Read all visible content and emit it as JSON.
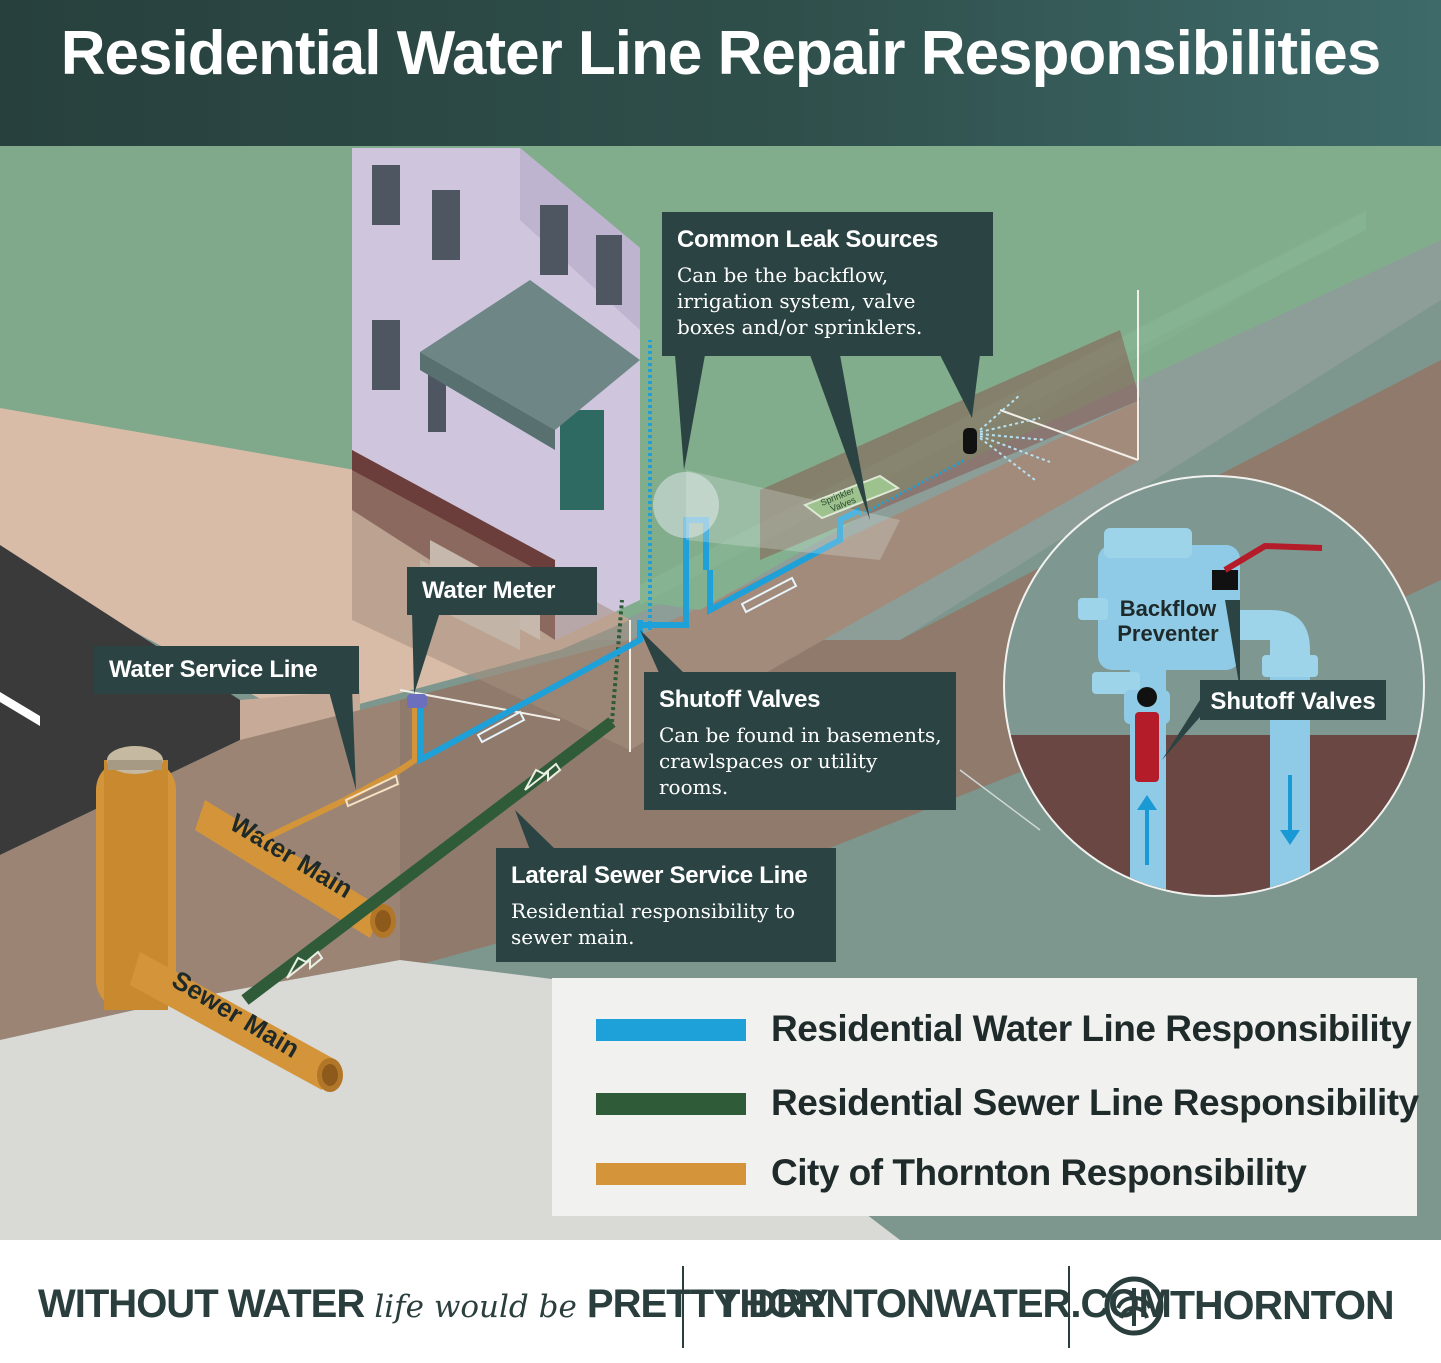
{
  "header": {
    "title": "Residential Water Line Repair Responsibilities"
  },
  "callouts": {
    "leak": {
      "title": "Common Leak Sources",
      "text": "Can be the backflow, irrigation system, valve boxes and/or sprinklers."
    },
    "meter": {
      "title": "Water Meter"
    },
    "service": {
      "title": "Water Service Line"
    },
    "shutoff": {
      "title": "Shutoff Valves",
      "text": "Can be found in basements, crawlspaces or utility rooms."
    },
    "sewer": {
      "title": "Lateral Sewer Service Line",
      "text": "Residential responsibility to sewer main."
    }
  },
  "labels": {
    "water_main": "Water Main",
    "sewer_main": "Sewer Main",
    "sprinkler_valves_1": "Sprinkler",
    "sprinkler_valves_2": "Valves",
    "backflow_1": "Backflow",
    "backflow_2": "Preventer",
    "inset_shutoff": "Shutoff Valves"
  },
  "legend": [
    {
      "label": "Residential Water Line Responsibility",
      "color": "#1ea0d9"
    },
    {
      "label": "Residential Sewer Line Responsibility",
      "color": "#2f5b39"
    },
    {
      "label": "City of Thornton Responsibility",
      "color": "#d4953a"
    }
  ],
  "footer": {
    "slogan_a": "WITHOUT WATER",
    "slogan_b": "life would be",
    "slogan_c": "PRETTY DRY",
    "website": "THORNTONWATER.COM",
    "brand": "THORNTON"
  },
  "colors": {
    "water": "#1ea0d9",
    "sewer": "#2f5b39",
    "city": "#d4953a",
    "callout_bg": "#2b4443",
    "header_bg": "#2f4f4b"
  },
  "icons": {
    "logo": "thornton-logo-icon"
  }
}
